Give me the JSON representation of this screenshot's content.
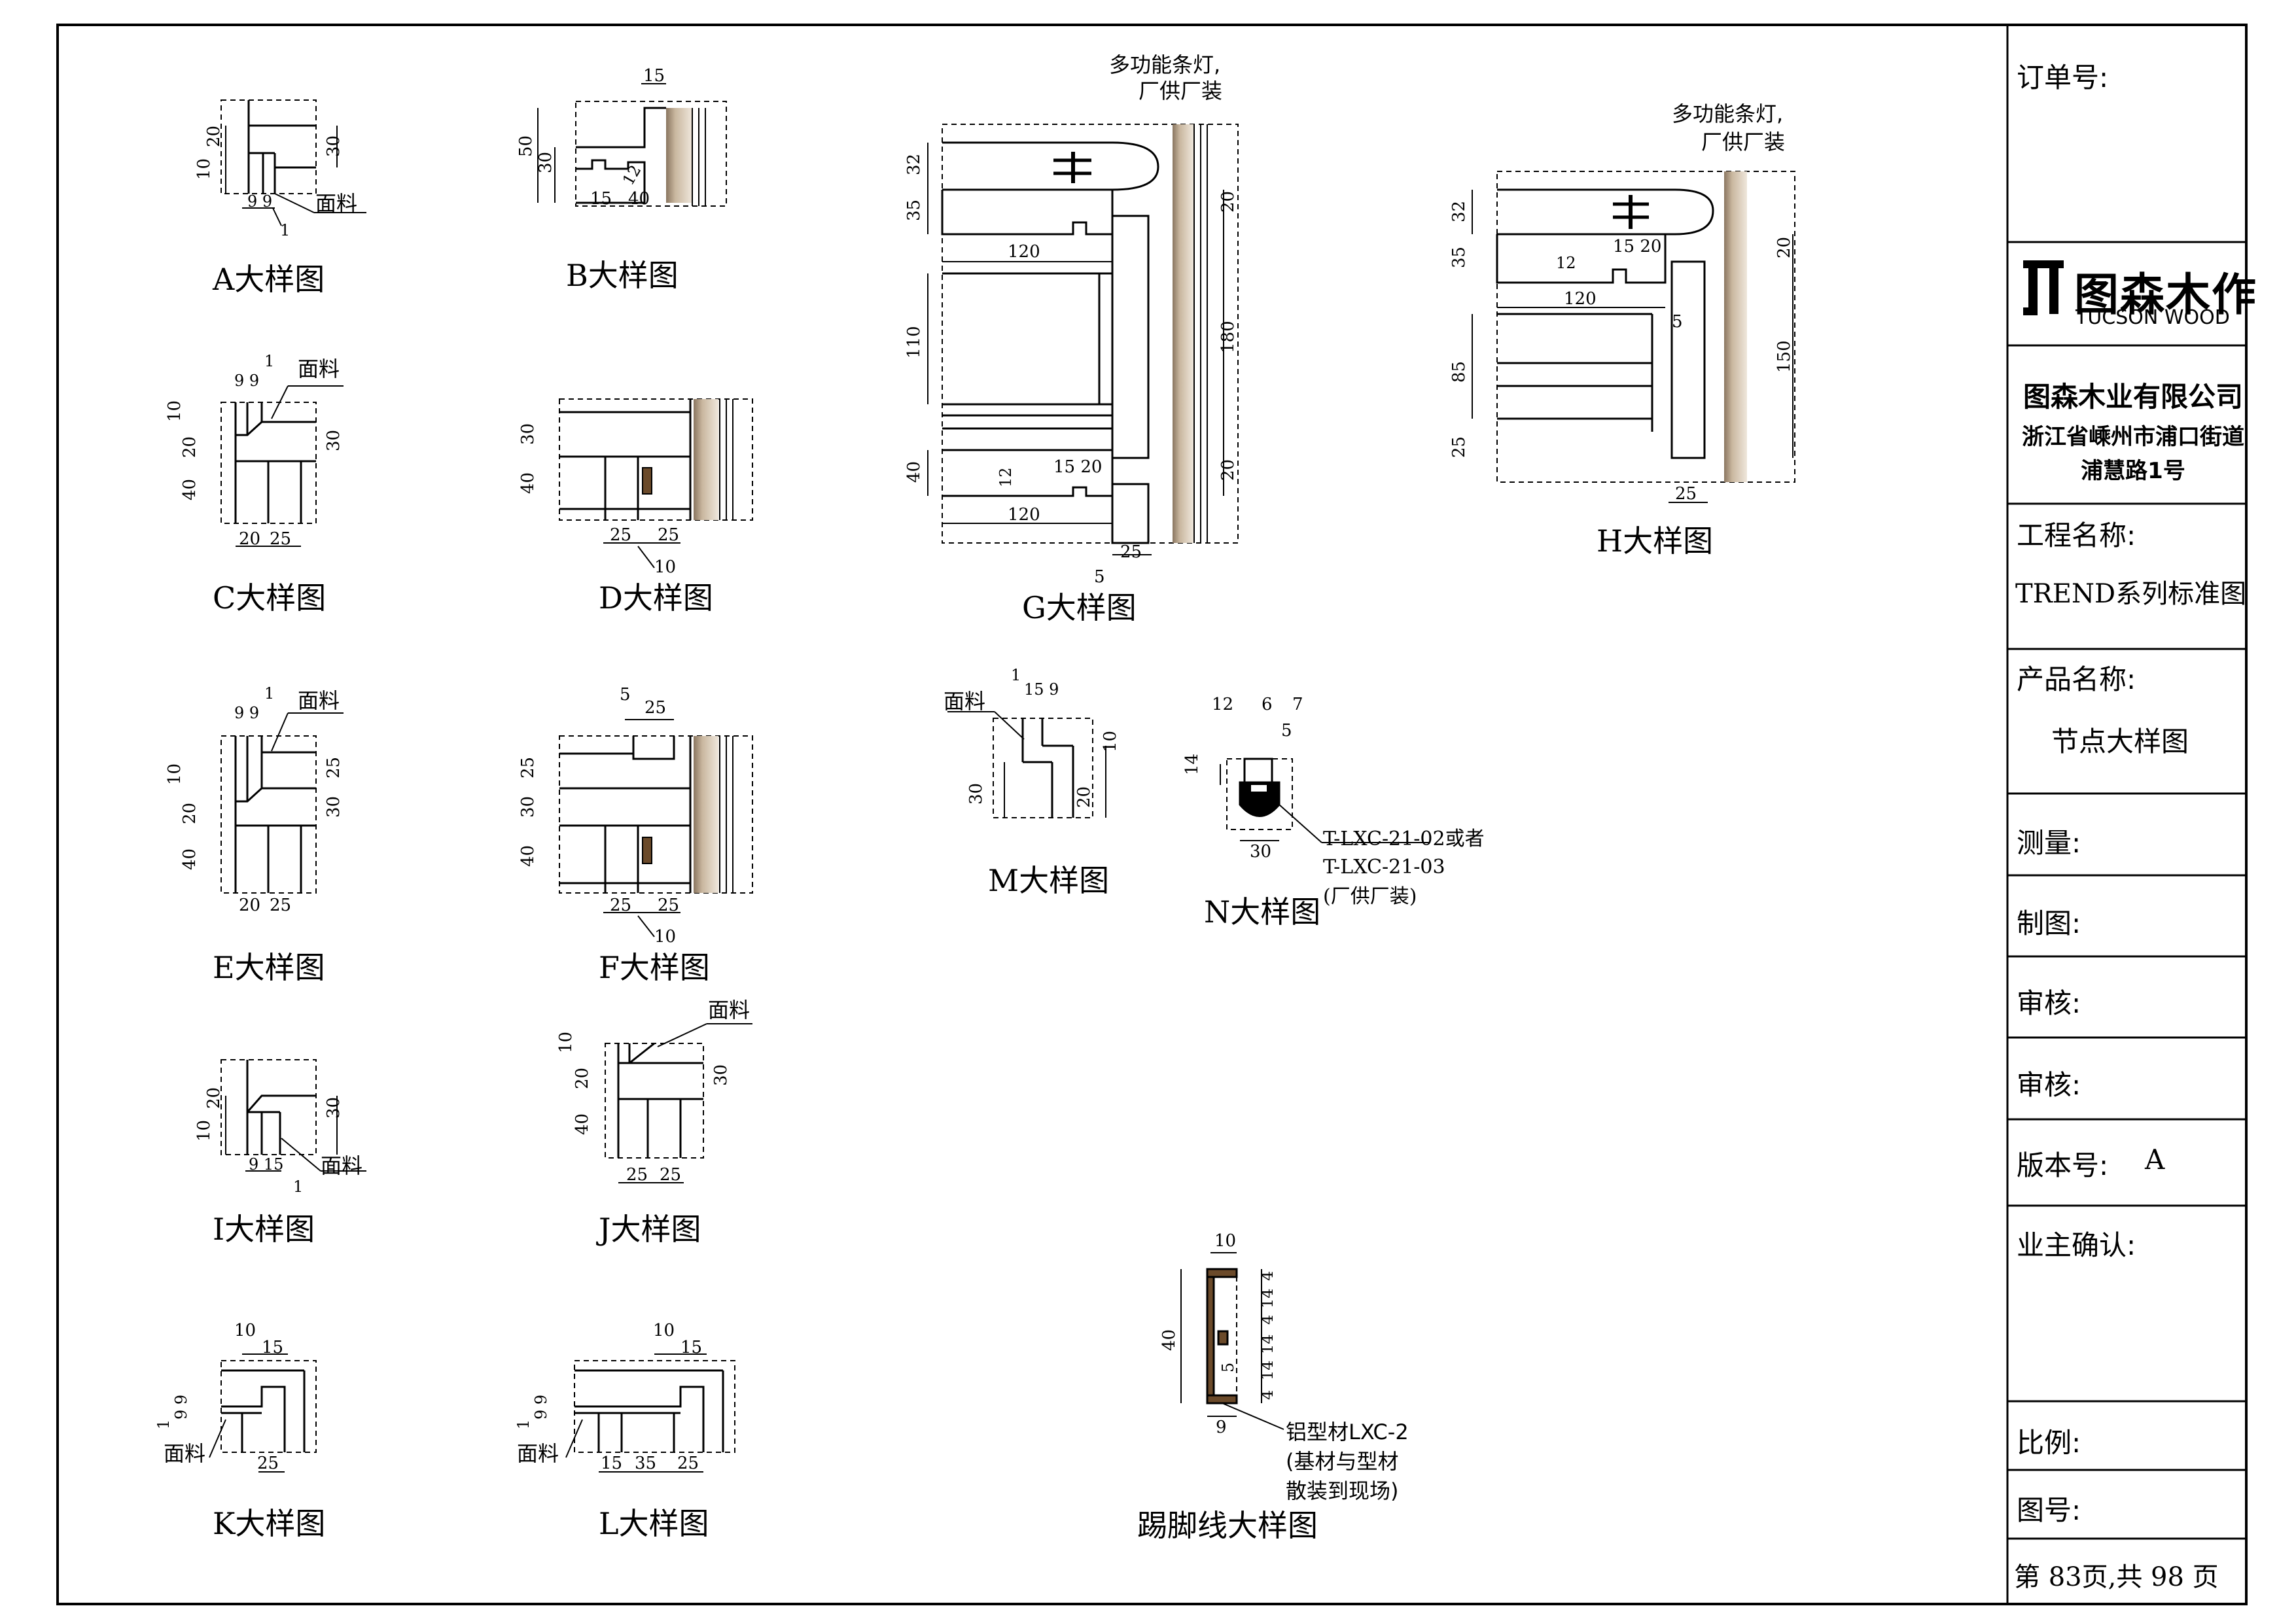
{
  "captions": {
    "A": "A大样图",
    "B": "B大样图",
    "C": "C大样图",
    "D": "D大样图",
    "E": "E大样图",
    "F": "F大样图",
    "G": "G大样图",
    "H": "H大样图",
    "I": "I大样图",
    "J": "J大样图",
    "K": "K大样图",
    "L": "L大样图",
    "M": "M大样图",
    "N": "N大样图",
    "kick": "踢脚线大样图"
  },
  "labels": {
    "facing": "面料",
    "strip_light_1": "多功能条灯,",
    "strip_light_2": "厂供厂装",
    "n_note_1": "T-LXC-21-02或者",
    "n_note_2": "T-LXC-21-03",
    "n_note_3": "(厂供厂装)",
    "kick_note_1": "铝型材LXC-2",
    "kick_note_2": "(基材与型材",
    "kick_note_3": "散装到现场)"
  },
  "dims": {
    "d1": "1",
    "d4": "4",
    "d5": "5",
    "d6": "6",
    "d7": "7",
    "d9": "9",
    "d10": "10",
    "d12": "12",
    "d14": "14",
    "d15": "15",
    "d20": "20",
    "d25": "25",
    "d30": "30",
    "d32": "32",
    "d35": "35",
    "d40": "40",
    "d50": "50",
    "d85": "85",
    "d110": "110",
    "d120": "120",
    "d150": "150",
    "d180": "180",
    "d99": "9 9",
    "d159": "15 9",
    "d1520": "15 20",
    "d915": "9 15"
  },
  "title_block": {
    "order_no": "订单号:",
    "logo_name": "图森木作",
    "logo_en": "TUCSON WOOD",
    "company": "图森木业有限公司",
    "address_1": "浙江省嵊州市浦口街道",
    "address_2": "浦慧路1号",
    "project_label": "工程名称:",
    "project_value": "TREND系列标准图",
    "product_label": "产品名称:",
    "product_value": "节点大样图",
    "survey": "测量:",
    "drawing": "制图:",
    "review_1": "审核:",
    "review_2": "审核:",
    "version_label": "版本号:",
    "version_value": "A",
    "owner_confirm": "业主确认:",
    "scale": "比例:",
    "drawing_no": "图号:",
    "page_info": "第 83页,共 98 页"
  }
}
